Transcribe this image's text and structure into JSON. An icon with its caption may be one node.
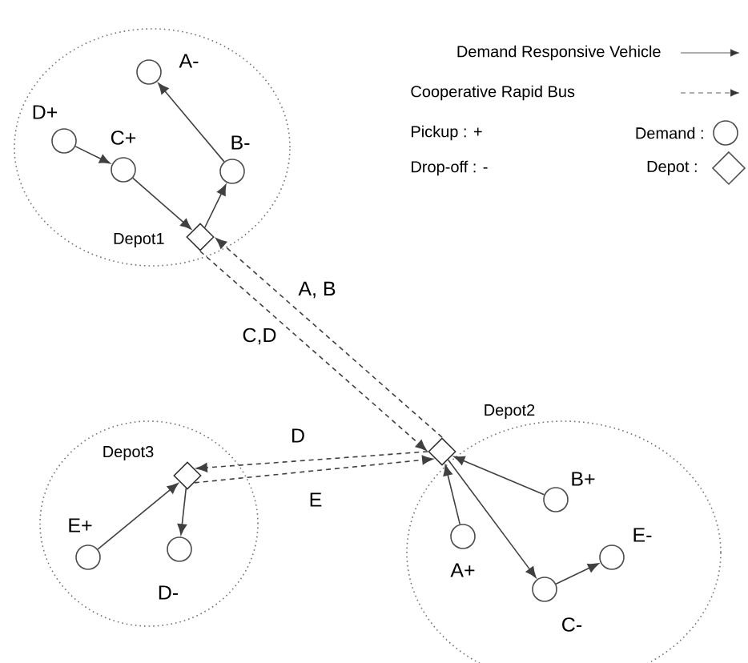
{
  "diagram": {
    "nodes": [
      {
        "text": [],
        "shape": "circle"
      },
      {
        "text": [],
        "shape": "circle",
        "beside": [
          "A-"
        ],
        "in": 0
      },
      {
        "text": [],
        "shape": "circle",
        "beside": [
          "D+"
        ],
        "in": 0
      },
      {
        "text": [],
        "shape": "circle",
        "beside": [
          "C+"
        ],
        "in": 0
      },
      {
        "text": [],
        "shape": "circle",
        "beside": [
          "B-"
        ],
        "in": 0
      },
      {
        "text": [],
        "shape": "diamond",
        "beside": [
          "Depot1"
        ],
        "in": 0
      },
      {
        "text": [],
        "shape": "circle"
      },
      {
        "text": [],
        "shape": "diamond",
        "beside": [
          "Depot2"
        ]
      },
      {
        "text": [],
        "shape": "circle",
        "beside": [
          "B+"
        ],
        "in": 6
      },
      {
        "text": [],
        "shape": "circle",
        "beside": [
          "A+"
        ],
        "in": 6
      },
      {
        "text": [],
        "shape": "circle",
        "beside": [
          "C-"
        ],
        "in": 6
      },
      {
        "text": [],
        "shape": "circle",
        "beside": [
          "E-"
        ],
        "in": 6
      },
      {
        "text": [],
        "shape": "circle"
      },
      {
        "text": [],
        "shape": "diamond",
        "beside": [
          "Depot3"
        ],
        "in": 12
      },
      {
        "text": [],
        "shape": "circle",
        "beside": [
          "E+"
        ],
        "in": 12
      },
      {
        "text": [],
        "shape": "circle",
        "beside": [
          "D-"
        ],
        "in": 12
      }
    ],
    "edges": [
      {
        "from": 2,
        "to": 3,
        "arrow": "to"
      },
      {
        "from": 3,
        "to": 5,
        "arrow": "to"
      },
      {
        "from": 5,
        "to": 4,
        "arrow": "to"
      },
      {
        "from": 4,
        "to": 1,
        "arrow": "to"
      },
      {
        "from": 7,
        "to": 5,
        "arrow": "to",
        "label": "A, B",
        "style": "dashed"
      },
      {
        "from": 5,
        "to": 7,
        "arrow": "to",
        "label": "C,D",
        "style": "dashed"
      },
      {
        "from": 7,
        "to": 13,
        "arrow": "to",
        "label": "D",
        "style": "dashed"
      },
      {
        "from": 13,
        "to": 7,
        "arrow": "to",
        "label": "E",
        "style": "dashed"
      },
      {
        "from": 8,
        "to": 7,
        "arrow": "to"
      },
      {
        "from": 9,
        "to": 7,
        "arrow": "to"
      },
      {
        "from": 7,
        "to": 10,
        "arrow": "to"
      },
      {
        "from": 10,
        "to": 11,
        "arrow": "to"
      },
      {
        "from": 14,
        "to": 13,
        "arrow": "to"
      },
      {
        "from": 13,
        "to": 15,
        "arrow": "to"
      }
    ],
    "labels": [
      "Pickup : +",
      "Drop-off : -"
    ],
    "legend": [
      {
        "text": "Demand Responsive Vehicle"
      },
      {
        "text": "Cooperative Rapid Bus"
      },
      {
        "text": "Demand :"
      },
      {
        "text": "Depot :"
      }
    ]
  }
}
